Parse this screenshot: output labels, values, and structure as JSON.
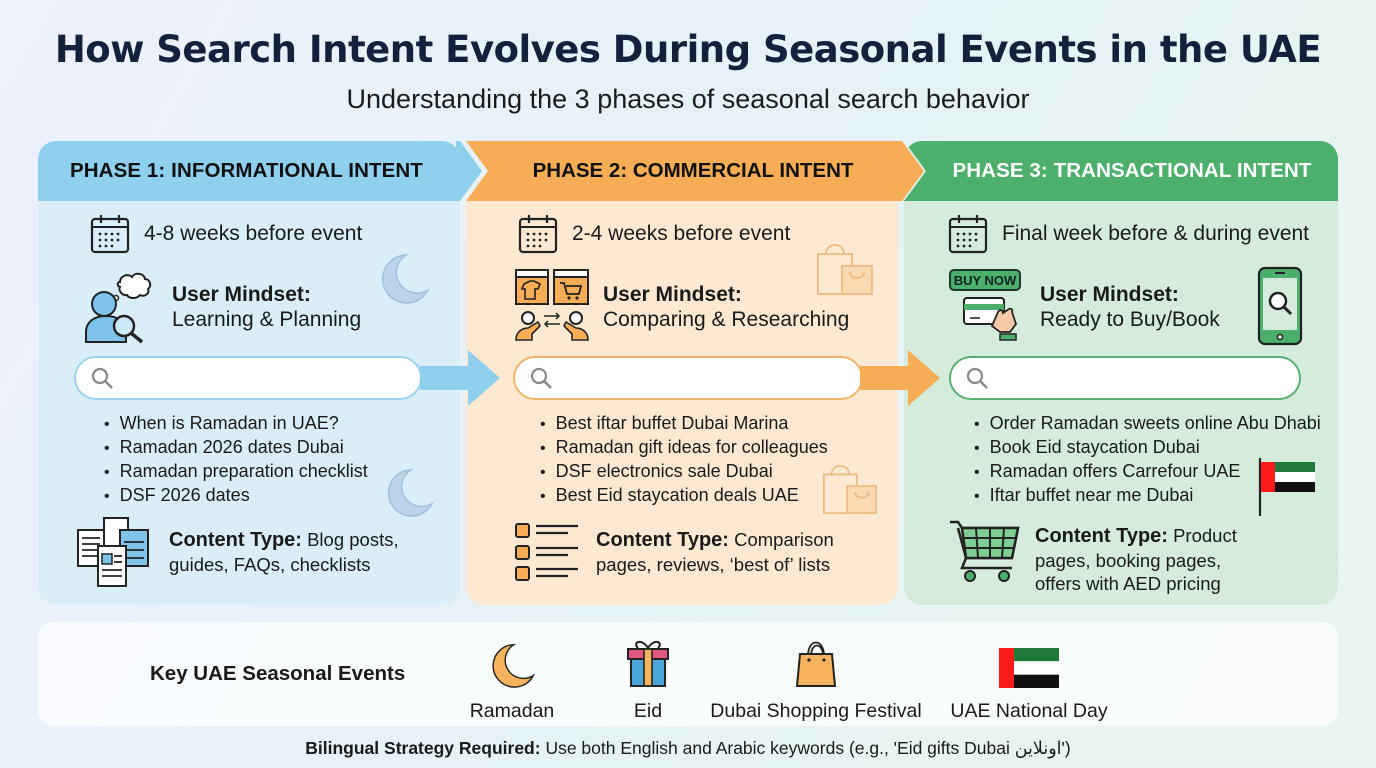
{
  "header": {
    "title": "How Search Intent Evolves During Seasonal Events in the UAE",
    "subtitle": "Understanding the 3 phases of seasonal search behavior"
  },
  "colors": {
    "phase1_header": "#8fd0ef",
    "phase1_body": "#d9eef9",
    "phase2_header": "#f6ad55",
    "phase2_body": "#fde9d2",
    "phase3_header": "#4caf6c",
    "phase3_body": "#d5ecdc",
    "title": "#14213d"
  },
  "phases": [
    {
      "header": "PHASE 1: INFORMATIONAL INTENT",
      "timing": "4-8 weeks before event",
      "mindset_label": "User Mindset:",
      "mindset_value": "Learning & Planning",
      "search_placeholder": "",
      "queries": [
        "When is Ramadan in UAE?",
        "Ramadan 2026 dates Dubai",
        "Ramadan preparation checklist",
        "DSF 2026 dates"
      ],
      "content_label": "Content Type:",
      "content_value_1": " Blog posts,",
      "content_value_2": "guides, FAQs, checklists",
      "content_value_3": ""
    },
    {
      "header": "PHASE 2: COMMERCIAL INTENT",
      "timing": "2-4 weeks before event",
      "mindset_label": "User Mindset:",
      "mindset_value": "Comparing & Researching",
      "search_placeholder": "",
      "queries": [
        "Best iftar buffet Dubai Marina",
        "Ramadan gift ideas for colleagues",
        "DSF electronics sale Dubai",
        "Best Eid staycation deals UAE"
      ],
      "content_label": "Content Type:",
      "content_value_1": " Comparison",
      "content_value_2": "pages, reviews, ‘best of’ lists",
      "content_value_3": ""
    },
    {
      "header": "PHASE 3: TRANSACTIONAL INTENT",
      "timing": "Final week before & during event",
      "mindset_label": "User Mindset:",
      "mindset_value": "Ready to Buy/Book",
      "buy_now_label": "BUY NOW",
      "search_placeholder": "",
      "queries": [
        "Order Ramadan sweets online Abu Dhabi",
        "Book Eid staycation Dubai",
        "Ramadan offers Carrefour UAE",
        "Iftar buffet near me Dubai"
      ],
      "content_label": "Content Type:",
      "content_value_1": " Product",
      "content_value_2": "pages, booking pages,",
      "content_value_3": "offers with AED pricing"
    }
  ],
  "events": {
    "label": "Key UAE Seasonal Events",
    "items": [
      {
        "name": "Ramadan",
        "icon": "crescent-moon-icon"
      },
      {
        "name": "Eid",
        "icon": "gift-icon"
      },
      {
        "name": "Dubai Shopping Festival",
        "icon": "shopping-bag-icon"
      },
      {
        "name": "UAE National Day",
        "icon": "uae-flag-icon"
      }
    ]
  },
  "footer": {
    "bold": "Bilingual Strategy Required:",
    "text": " Use both English and Arabic keywords (e.g., 'Eid gifts Dubai اونلاين')"
  }
}
